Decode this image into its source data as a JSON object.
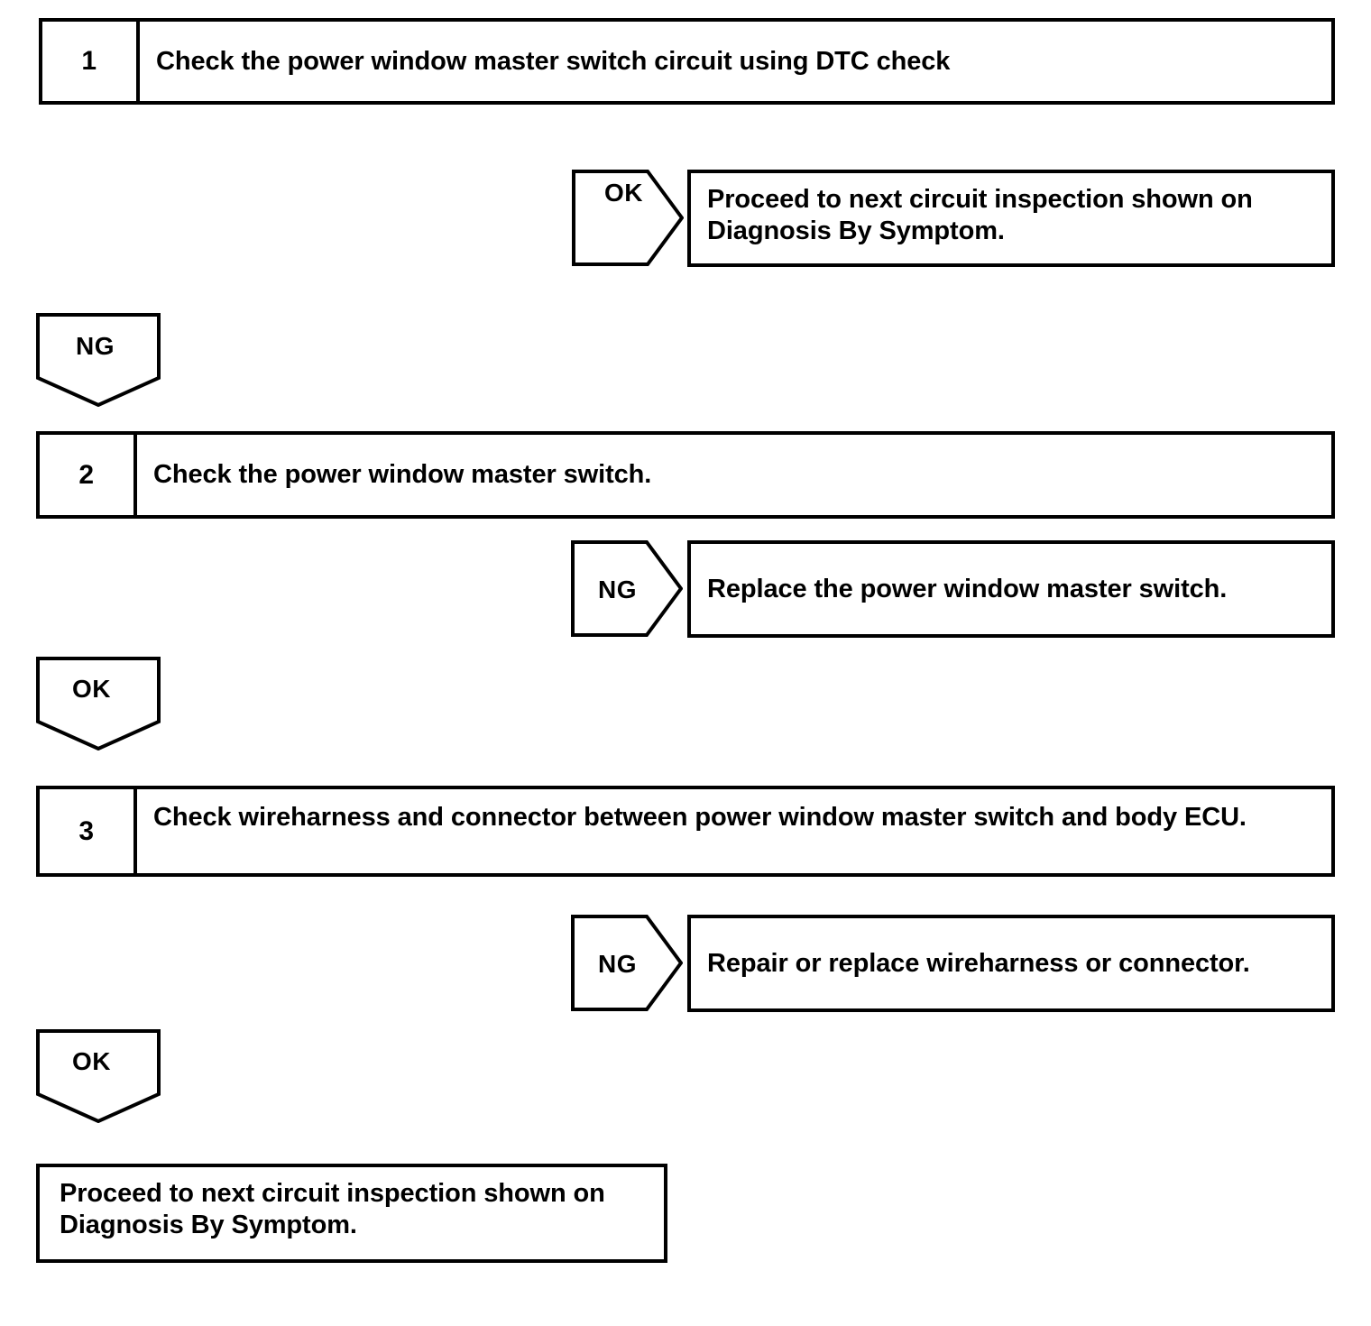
{
  "diagram": {
    "type": "diagnostic-troubleshooting-flowchart",
    "colors": {
      "stroke": "#000000",
      "background": "#ffffff",
      "text": "#000000"
    },
    "steps": [
      {
        "number": "1",
        "text": "Check the power window master switch circuit using DTC check"
      },
      {
        "number": "2",
        "text": "Check the power window master switch."
      },
      {
        "number": "3",
        "text": "Check wireharness and connector between power window master switch and body ECU."
      }
    ],
    "branches": [
      {
        "label": "OK",
        "direction": "right",
        "result_line_1": "Proceed to next circuit inspection shown on",
        "result_line_2": "Diagnosis By Symptom."
      },
      {
        "label": "NG",
        "direction": "down"
      },
      {
        "label": "NG",
        "direction": "right",
        "result_line_1": "Replace the power window master switch."
      },
      {
        "label": "OK",
        "direction": "down"
      },
      {
        "label": "NG",
        "direction": "right",
        "result_line_1": "Repair or replace wireharness or connector."
      },
      {
        "label": "OK",
        "direction": "down"
      }
    ],
    "final": {
      "line_1": "Proceed to next circuit inspection shown on",
      "line_2": "Diagnosis By Symptom."
    }
  }
}
